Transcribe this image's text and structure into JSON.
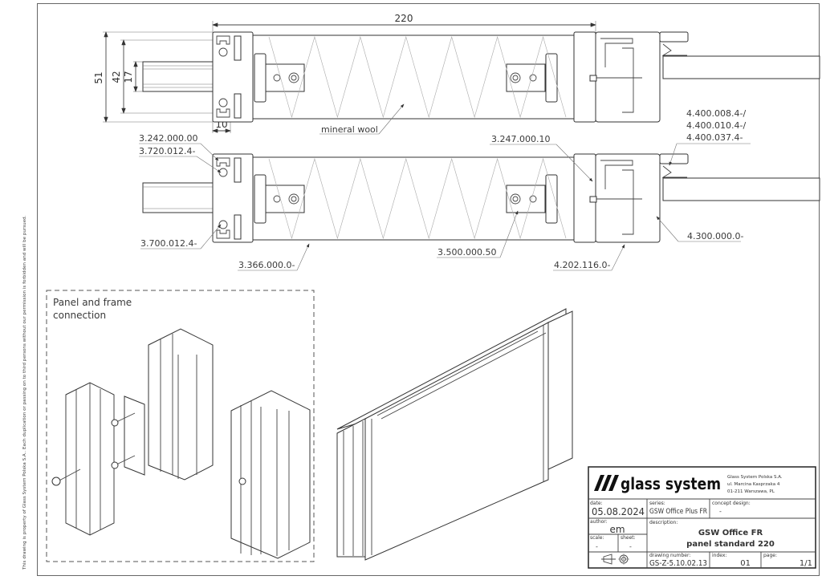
{
  "watermark": "This drawing is property of Glass System Polska S.A.. Each duplication or passing on to third persons without our permission is forbidden and will be pursued.",
  "section_view": {
    "dimensions": {
      "overall_width": "220",
      "height_51": "51",
      "height_42": "42",
      "height_17": "17",
      "width_10": "10"
    },
    "material_label": "mineral wool",
    "part_labels": [
      "3.242.000.00",
      "3.720.012.4-",
      "3.700.012.4-",
      "3.366.000.0-",
      "3.500.000.50",
      "3.247.000.10",
      "4.202.116.0-",
      "4.300.000.0-",
      "4.400.008.4-/",
      "4.400.010.4-/",
      "4.400.037.4-"
    ]
  },
  "detail_box": {
    "title_line1": "Panel and frame",
    "title_line2": "connection"
  },
  "title_block": {
    "logo_text": "glass system",
    "company_name": "Glass System Polska S.A.",
    "company_street": "ul. Marcina Kasprzaka 4",
    "company_city": "01-211 Warszawa, PL",
    "date_label": "date:",
    "date_value": "05.08.2024",
    "series_label": "series:",
    "series_value": "GSW Office Plus FR",
    "concept_label": "concept design:",
    "concept_value": "-",
    "author_label": "author:",
    "author_value": "em",
    "description_label": "description:",
    "description_line1": "GSW Office FR",
    "description_line2": "panel standard 220",
    "scale_label": "scale:",
    "scale_value": "-",
    "sheet_label": "sheet:",
    "sheet_value": "-",
    "drawing_number_label": "drawing number:",
    "drawing_number_value": "GS-Z-5.10.02.13",
    "index_label": "index:",
    "index_value": "01",
    "page_label": "page:",
    "page_value": "1/1",
    "projection_icon": "first-angle-projection-icon"
  }
}
